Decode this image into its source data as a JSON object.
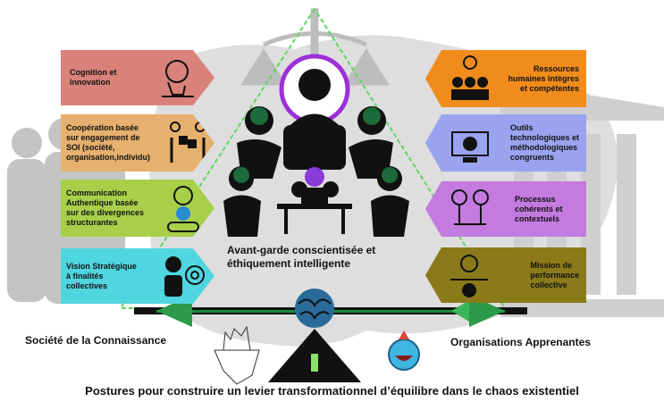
{
  "left_cards": [
    {
      "label": "Cognition et\ninnovation",
      "icon": "tree-head-icon",
      "color": "#d9827a"
    },
    {
      "label": "Coopération  basée\nsur engagement de\nSOI (société,\norganisation,individu)",
      "icon": "puzzle-handshake-icon",
      "color": "#e6b06e"
    },
    {
      "label": "Communication\nAuthentique basée\nsur des divergences\nstructurantes",
      "icon": "brain-gears-icon",
      "color": "#a8cf4a"
    },
    {
      "label": "Vision Stratégique\nà finalités\ncollectives",
      "icon": "target-person-icon",
      "color": "#4fd6e0"
    }
  ],
  "right_cards": [
    {
      "label": "Ressources\nhumaines intègres\net compétentes",
      "icon": "team-idea-icon",
      "color": "#f08c1c"
    },
    {
      "label": "Outils\ntechnologiques et\nméthodologiques\ncongruents",
      "icon": "tech-tools-icon",
      "color": "#9aa3f0"
    },
    {
      "label": "Processus\ncohérents et\ncontextuels",
      "icon": "process-bulbs-icon",
      "color": "#c47be0"
    },
    {
      "label": "Mission de\nperformance\ncollective",
      "icon": "collective-gear-icon",
      "color": "#8a7a1a"
    }
  ],
  "center": {
    "line1": "Avant-garde conscientisée et",
    "line2": "éthiquement      intelligente"
  },
  "left_label": "Société de la Connaissance",
  "right_label": "Organisations Apprenantes",
  "footer": "Postures pour construire  un levier transformationnel d’équilibre dans le chaos existentiel",
  "colors": {
    "triangle": "#5ed65e",
    "arrow": "#1f8a3a",
    "brain": "#2a6b9a",
    "leader_ring": "#8a2be2",
    "silhouette": "#b8b8b8"
  }
}
